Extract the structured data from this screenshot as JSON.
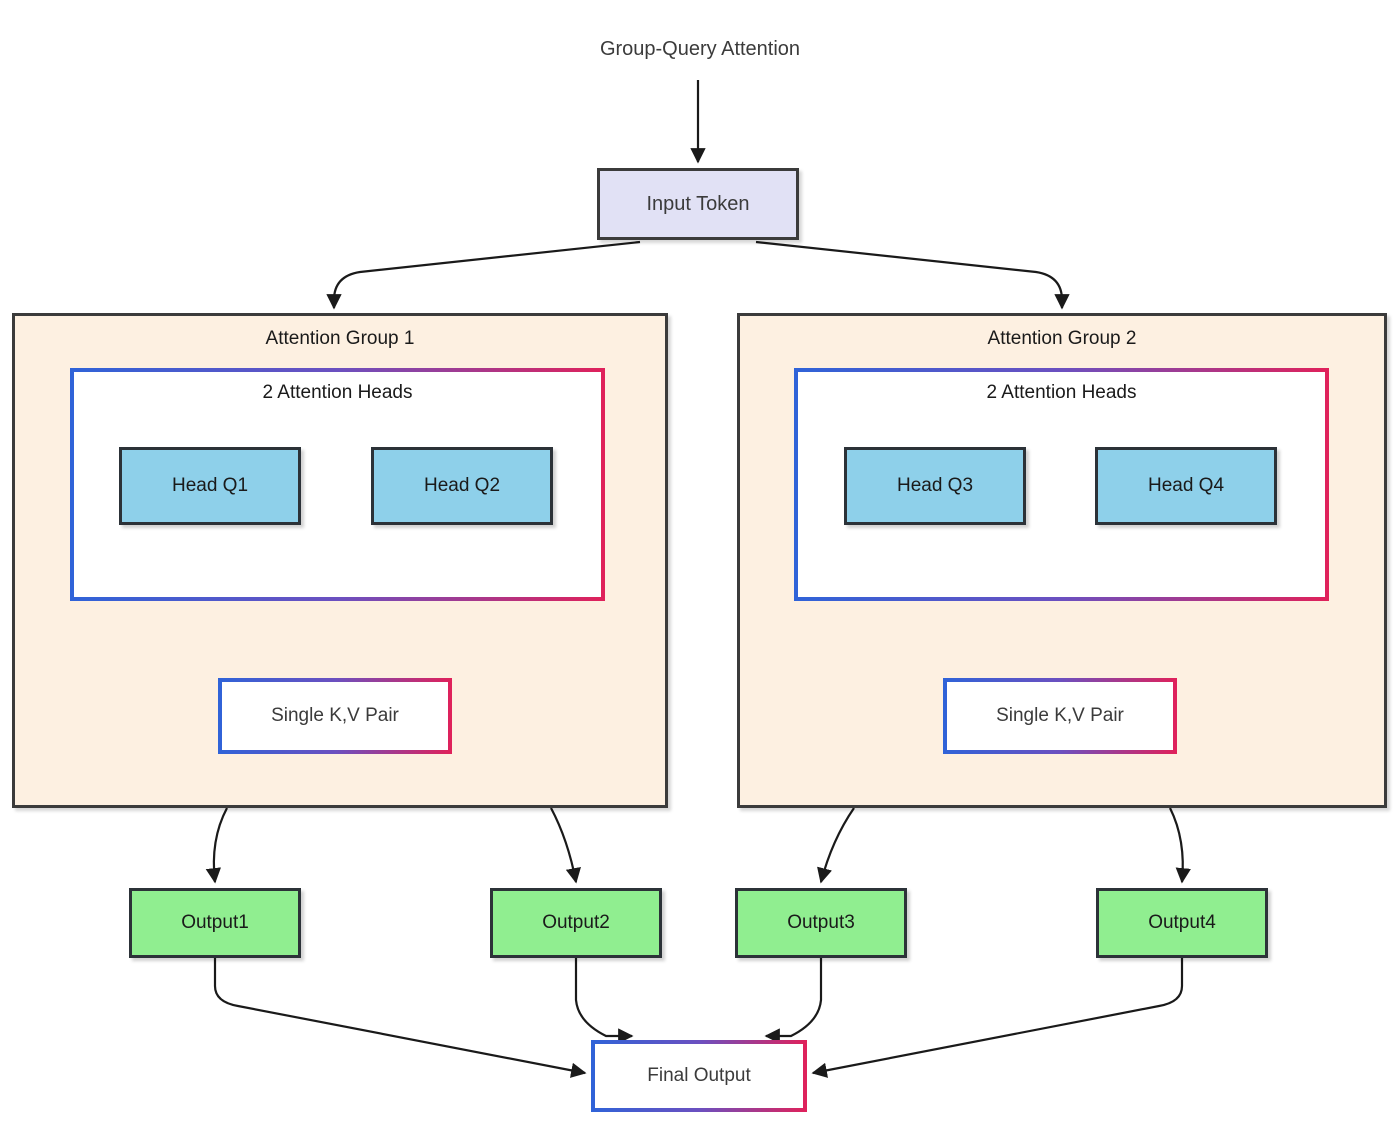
{
  "diagram": {
    "title": "Group-Query Attention",
    "type": "flowchart",
    "background_color": "#ffffff"
  },
  "input": {
    "label": "Input Token",
    "fill": "#e1e1f5",
    "stroke": "#3b3b3b"
  },
  "groups": [
    {
      "title": "Attention Group 1",
      "fill": "#fdf0e1",
      "stroke": "#3b3b3b",
      "heads_title": "2 Attention Heads",
      "heads": [
        {
          "label": "Head Q1",
          "fill": "#8ed0ea"
        },
        {
          "label": "Head Q2",
          "fill": "#8ed0ea"
        }
      ],
      "kv": {
        "label": "Single K,V Pair"
      }
    },
    {
      "title": "Attention Group 2",
      "fill": "#fdf0e1",
      "stroke": "#3b3b3b",
      "heads_title": "2 Attention Heads",
      "heads": [
        {
          "label": "Head Q3",
          "fill": "#8ed0ea"
        },
        {
          "label": "Head Q4",
          "fill": "#8ed0ea"
        }
      ],
      "kv": {
        "label": "Single K,V Pair"
      }
    }
  ],
  "outputs": [
    {
      "label": "Output1",
      "fill": "#90ee90"
    },
    {
      "label": "Output2",
      "fill": "#90ee90"
    },
    {
      "label": "Output3",
      "fill": "#90ee90"
    },
    {
      "label": "Output4",
      "fill": "#90ee90"
    }
  ],
  "final_output": {
    "label": "Final Output",
    "gradient_start": "#2f63d8",
    "gradient_end": "#e0215a"
  },
  "style": {
    "edge_color": "#1a1a1a",
    "gradient_border_start": "#2f63d8",
    "gradient_border_end": "#e0215a",
    "text_color": "#3b3b3b"
  }
}
